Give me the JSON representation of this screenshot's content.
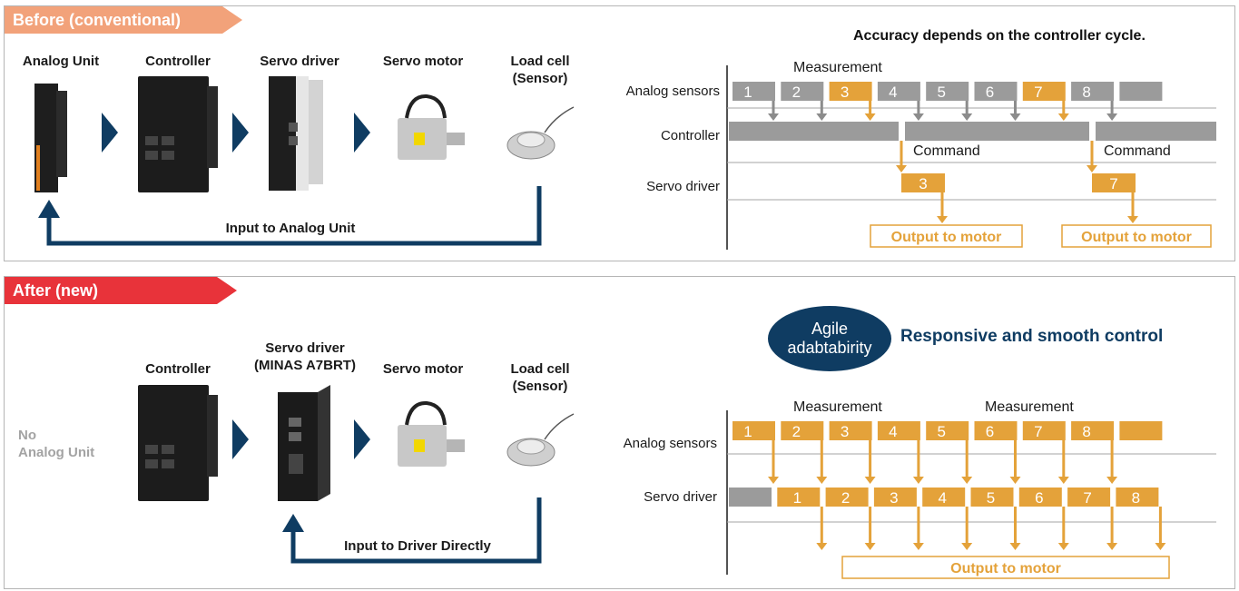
{
  "before": {
    "tab_label": "Before (conventional)",
    "devices": {
      "analog_unit": "Analog Unit",
      "controller": "Controller",
      "servo_driver": "Servo driver",
      "servo_motor": "Servo motor",
      "load_cell_1": "Load cell",
      "load_cell_2": "(Sensor)"
    },
    "feedback_label": "Input to Analog Unit",
    "timing": {
      "header": "Accuracy depends on the controller cycle.",
      "measurement_label": "Measurement",
      "row_labels": [
        "Analog sensors",
        "Controller",
        "Servo driver"
      ],
      "sensor_blocks": [
        "1",
        "2",
        "3",
        "4",
        "5",
        "6",
        "7",
        "8",
        ""
      ],
      "highlighted": [
        "3",
        "7"
      ],
      "command_label": "Command",
      "driver_blocks": [
        "3",
        "7"
      ],
      "output_label": "Output to motor"
    }
  },
  "after": {
    "tab_label": "After (new)",
    "no_analog_1": "No",
    "no_analog_2": "Analog Unit",
    "devices": {
      "controller": "Controller",
      "servo_driver_1": "Servo driver",
      "servo_driver_2": "(MINAS A7BRT)",
      "servo_motor": "Servo motor",
      "load_cell_1": "Load cell",
      "load_cell_2": "(Sensor)"
    },
    "feedback_label": "Input to Driver Directly",
    "badge_line1": "Agile",
    "badge_line2": "adabtabirity",
    "header": "Responsive and smooth control",
    "timing": {
      "measurement_label": "Measurement",
      "row_labels": [
        "Analog sensors",
        "Servo driver"
      ],
      "sensor_blocks": [
        "1",
        "2",
        "3",
        "4",
        "5",
        "6",
        "7",
        "8",
        ""
      ],
      "driver_blocks": [
        "",
        "1",
        "2",
        "3",
        "4",
        "5",
        "6",
        "7",
        "8"
      ],
      "output_label": "Output to motor"
    }
  },
  "colors": {
    "before_tab": "#f2a27a",
    "after_tab": "#e8333a",
    "navy": "#0f3c62",
    "orange": "#e4a23a",
    "grey_block": "#9b9b9b",
    "grey_arrow": "#8c8c8c"
  }
}
